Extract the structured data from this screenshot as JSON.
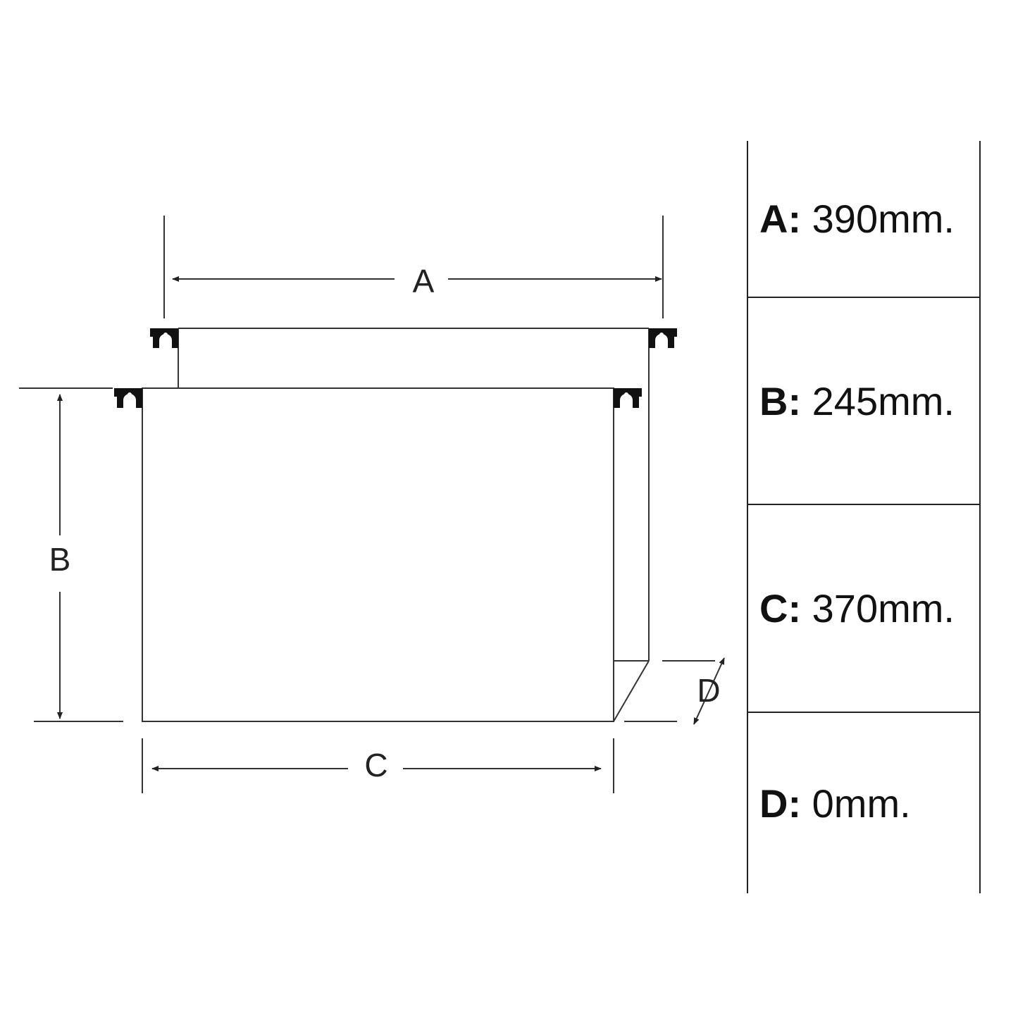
{
  "diagram": {
    "labels": {
      "a": "A",
      "b": "B",
      "c": "C",
      "d": "D"
    }
  },
  "specs": [
    {
      "key": "A:",
      "value": " 390mm."
    },
    {
      "key": "B:",
      "value": " 245mm."
    },
    {
      "key": "C:",
      "value": " 370mm."
    },
    {
      "key": "D:",
      "value": " 0mm."
    }
  ]
}
